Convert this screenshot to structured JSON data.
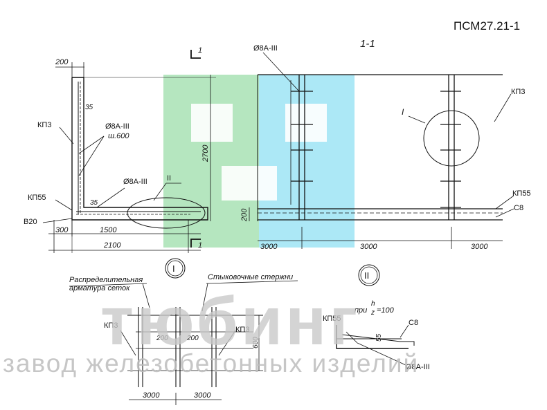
{
  "document": {
    "code": "ПСМ27.21-1"
  },
  "section_marks": {
    "section_1": "1",
    "section_title": "1-1",
    "node_I": "I",
    "node_II": "II"
  },
  "elements": {
    "kp3": "КП3",
    "kp55": "КП55",
    "b20": "В20",
    "c8": "С8",
    "rebar_8a": "Ø8A-III",
    "rebar_step": "ш.600"
  },
  "dimensions": {
    "d200": "200",
    "d2700": "2700",
    "d35": "35",
    "d300": "300",
    "d1500": "1500",
    "d2100": "2100",
    "d3000": "3000",
    "d600": "600",
    "d55": "55"
  },
  "notes": {
    "distribution_line1": "Распределительная",
    "distribution_line2": "арматура сеток",
    "joint_bars": "Стыковочные стержни",
    "ratio_prefix": "при",
    "ratio_h": "h",
    "ratio_z": "z",
    "ratio_value": "=100"
  },
  "watermark": {
    "title": "тюбинг",
    "subtitle": "завод железобетонных изделий"
  },
  "colors": {
    "logo_green": "#a8e2b4",
    "logo_cyan": "#9ee4f4",
    "watermark_grey": "#c9c9c9",
    "ink": "#111111"
  }
}
